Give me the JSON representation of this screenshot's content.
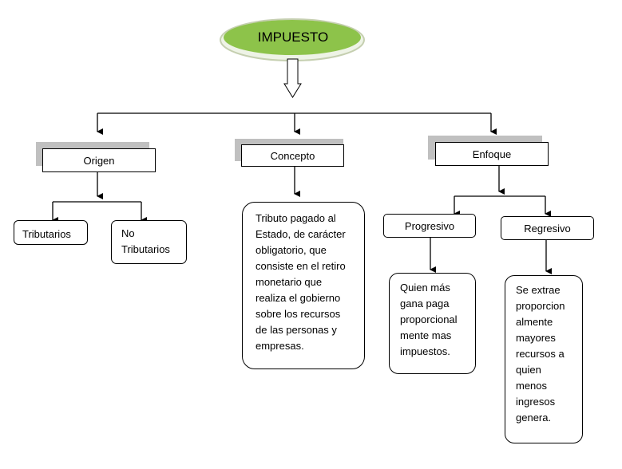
{
  "root": {
    "label": "IMPUESTO"
  },
  "categories": {
    "origen": {
      "label": "Origen",
      "children": [
        "Tributarios",
        "No\nTributarios"
      ]
    },
    "concepto": {
      "label": "Concepto",
      "description": "Tributo pagado al\nEstado, de carácter\nobligatorio, que\nconsiste en el retiro\nmonetario que\nrealiza el gobierno\nsobre los recursos\nde las personas y\nempresas."
    },
    "enfoque": {
      "label": "Enfoque",
      "progresivo": {
        "label": "Progresivo",
        "description": "Quien más\ngana paga\nproporcional\nmente mas\nimpuestos."
      },
      "regresivo": {
        "label": "Regresivo",
        "description": "Se extrae\nproporcion\nalmente\nmayores\nrecursos a\nquien\nmenos\ningresos\ngenera."
      }
    }
  },
  "colors": {
    "ellipse_fill": "#8dc34a",
    "ellipse_stroke": "#c5cfb0",
    "shadow": "#c0c0c0",
    "line": "#000000"
  }
}
